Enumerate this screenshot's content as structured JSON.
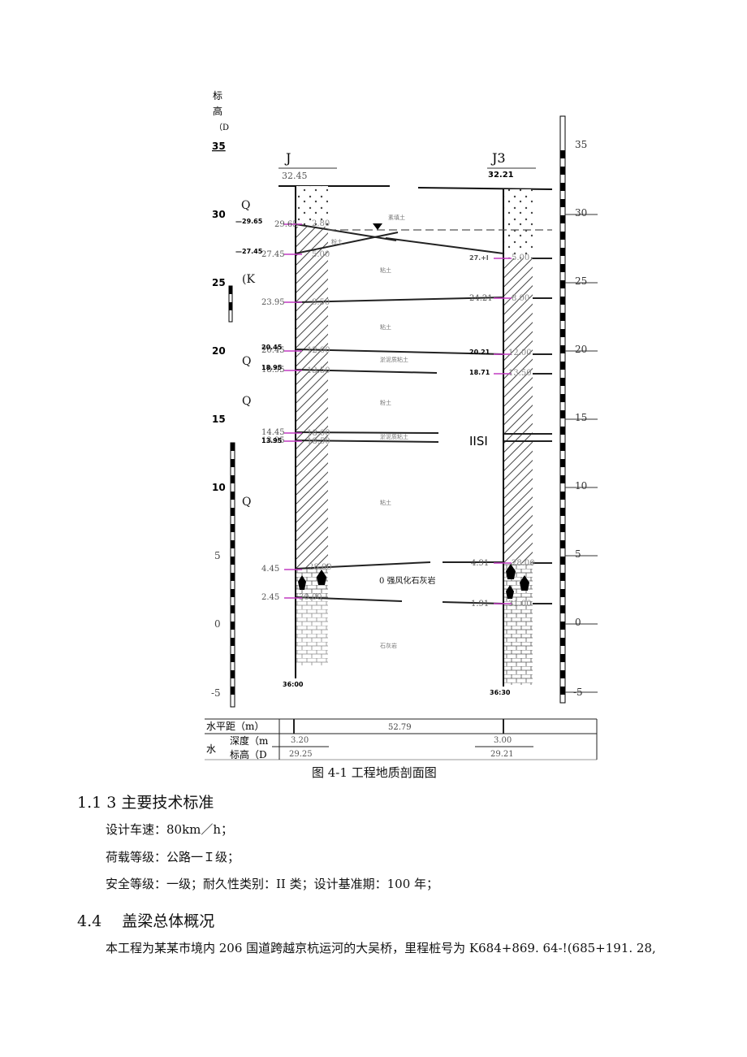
{
  "figure": {
    "elev_axis_label": [
      "标",
      "高",
      "（D"
    ],
    "left_ticks": [
      "35",
      "30",
      "25",
      "20",
      "15",
      "10",
      "5",
      "0",
      "-5"
    ],
    "right_ticks": [
      "35",
      "30",
      "25",
      "20",
      "15",
      "10",
      "5",
      "0",
      "-5"
    ],
    "bh1": {
      "name": "J",
      "ground": "32.45",
      "bottom": "36:00"
    },
    "bh2": {
      "name": "J3",
      "ground": "32.21",
      "bottom": "36:30"
    },
    "left_elevs": [
      "29.65",
      "27.45",
      "23.95",
      "20.45",
      "18.95",
      "14.45",
      "13.95",
      "4.45",
      "2.45"
    ],
    "left_elevs_bold": [
      "—29.65",
      "—27.45",
      "20.45",
      "18.95",
      "13.95"
    ],
    "left_depths": [
      "2.80",
      "5.00",
      "8.50",
      "12.00",
      "13.50",
      "18.00",
      "18.50",
      "28.00",
      "30.00"
    ],
    "right_elevs": [
      "27.+l",
      "24.21",
      "20.21",
      "18.71",
      "4.91",
      "1.91"
    ],
    "right_depths": [
      "5.00",
      "8.00",
      "12.00",
      "13.50",
      "28.00",
      "31.00"
    ],
    "left_marks": [
      "Q",
      "(K",
      "Q",
      "Q",
      "Q"
    ],
    "iisi": "IISI",
    "layers": [
      "素填土",
      "粉土",
      "粘土",
      "粘土",
      "淤泥质粘土",
      "粉土",
      "淤泥质粘土",
      "粘土",
      "0 强风化石灰岩",
      "石灰岩"
    ],
    "table": {
      "row1_label": "水平距（m）",
      "distance": "52.79",
      "side_label": "水",
      "row2_label": "深度（m",
      "row3_label": "标高（D",
      "depth1": "3.20",
      "depth2": "3.00",
      "elev1": "29.25",
      "elev2": "29.21"
    }
  },
  "caption": "图 4-1 工程地质剖面图",
  "section1": {
    "heading": "1.1 3 主要技术标准",
    "lines": [
      "设计车速：80km／h；",
      "荷载等级：公路一Ｉ级；",
      "安全等级：一级；耐久性类别：II 类；设计基准期：100 年；"
    ]
  },
  "section2": {
    "heading": "4.4　 盖梁总体概况",
    "paragraph": "本工程为某某市境内 206 国道跨越京杭运河的大吴桥，里程桩号为 K684+869. 64-!(685+191. 28,"
  },
  "colors": {
    "accent_magenta": "#c23bc2",
    "ink": "#111111",
    "gray": "#888888"
  }
}
